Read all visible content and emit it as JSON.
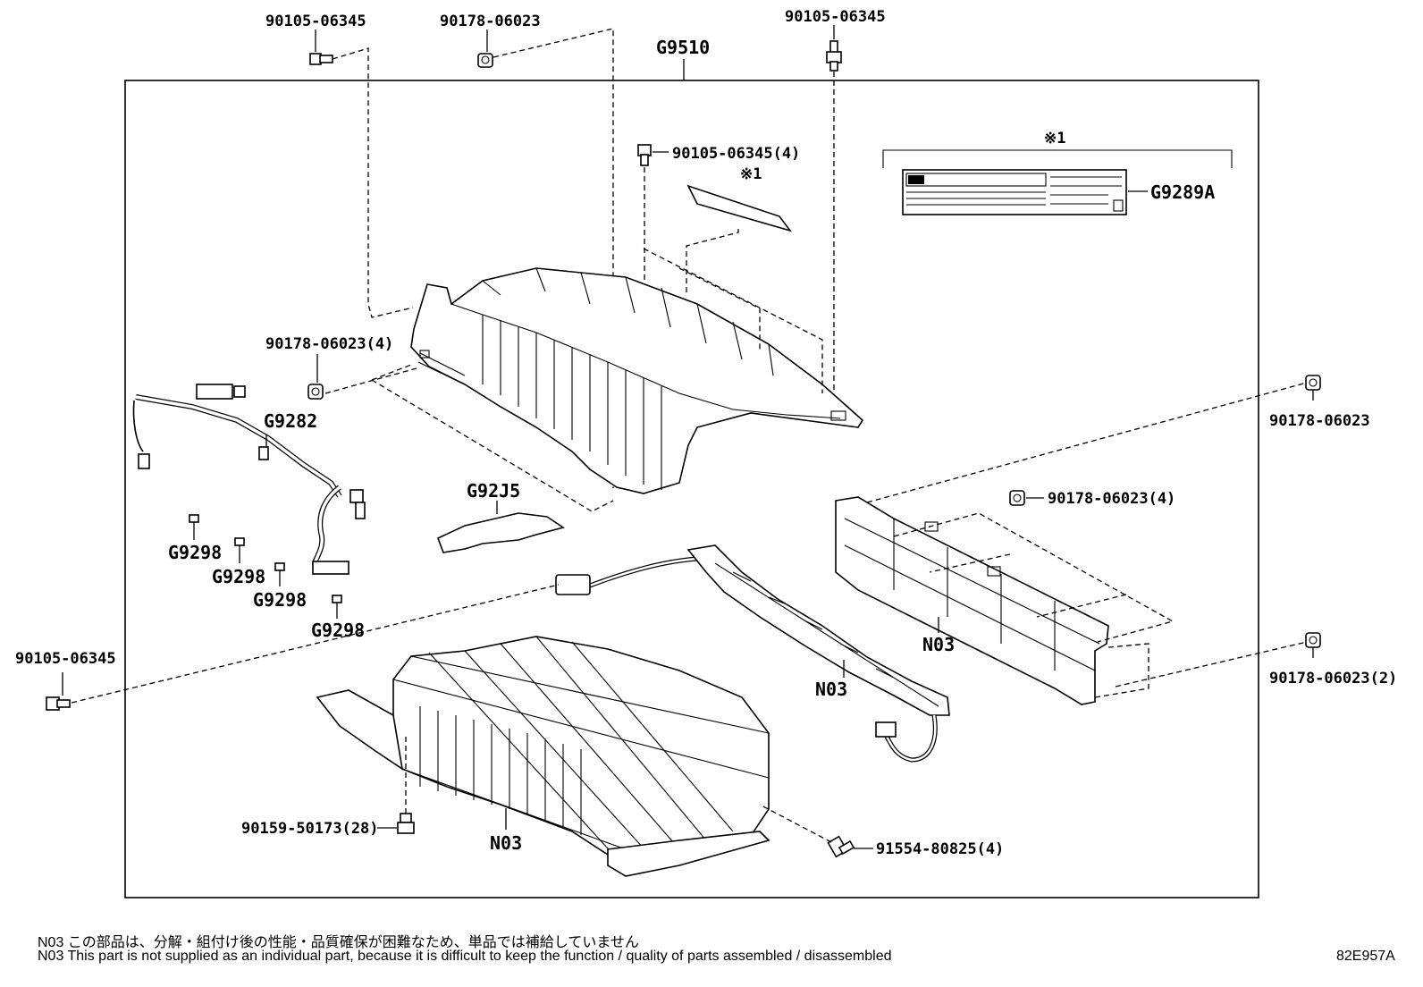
{
  "labels": {
    "top_left_bolt": "90105-06345",
    "top_nut": "90178-06023",
    "assembly": "G9510",
    "top_right_bolt": "90105-06345",
    "cover_bolt": "90105-06345(4)",
    "ref_mark_top": "※1",
    "ref_mark_sticker": "※1",
    "caution_label": "G9289A",
    "cover_nut": "90178-06023(4)",
    "wire_harness": "G9282",
    "bracket": "G92J5",
    "clamp_1": "G9298",
    "clamp_2": "G9298",
    "clamp_3": "G9298",
    "clamp_4": "G9298",
    "left_bolt": "90105-06345",
    "right_nut_top": "90178-06023",
    "right_nut_4": "90178-06023(4)",
    "right_nut_2": "90178-06023(2)",
    "n03_bus": "N03",
    "n03_bracket": "N03",
    "n03_stack": "N03",
    "stack_bolt": "90159-50173(28)",
    "stack_screw": "91554-80825(4)"
  },
  "footnote": {
    "jp": "N03  この部品は、分解・組付け後の性能・品質確保が困難なため、単品では補給していません",
    "en": "N03  This part is not supplied as an individual part, because it is difficult to keep the function / quality of parts  assembled / disassembled"
  },
  "diagram_code": "82E957A"
}
